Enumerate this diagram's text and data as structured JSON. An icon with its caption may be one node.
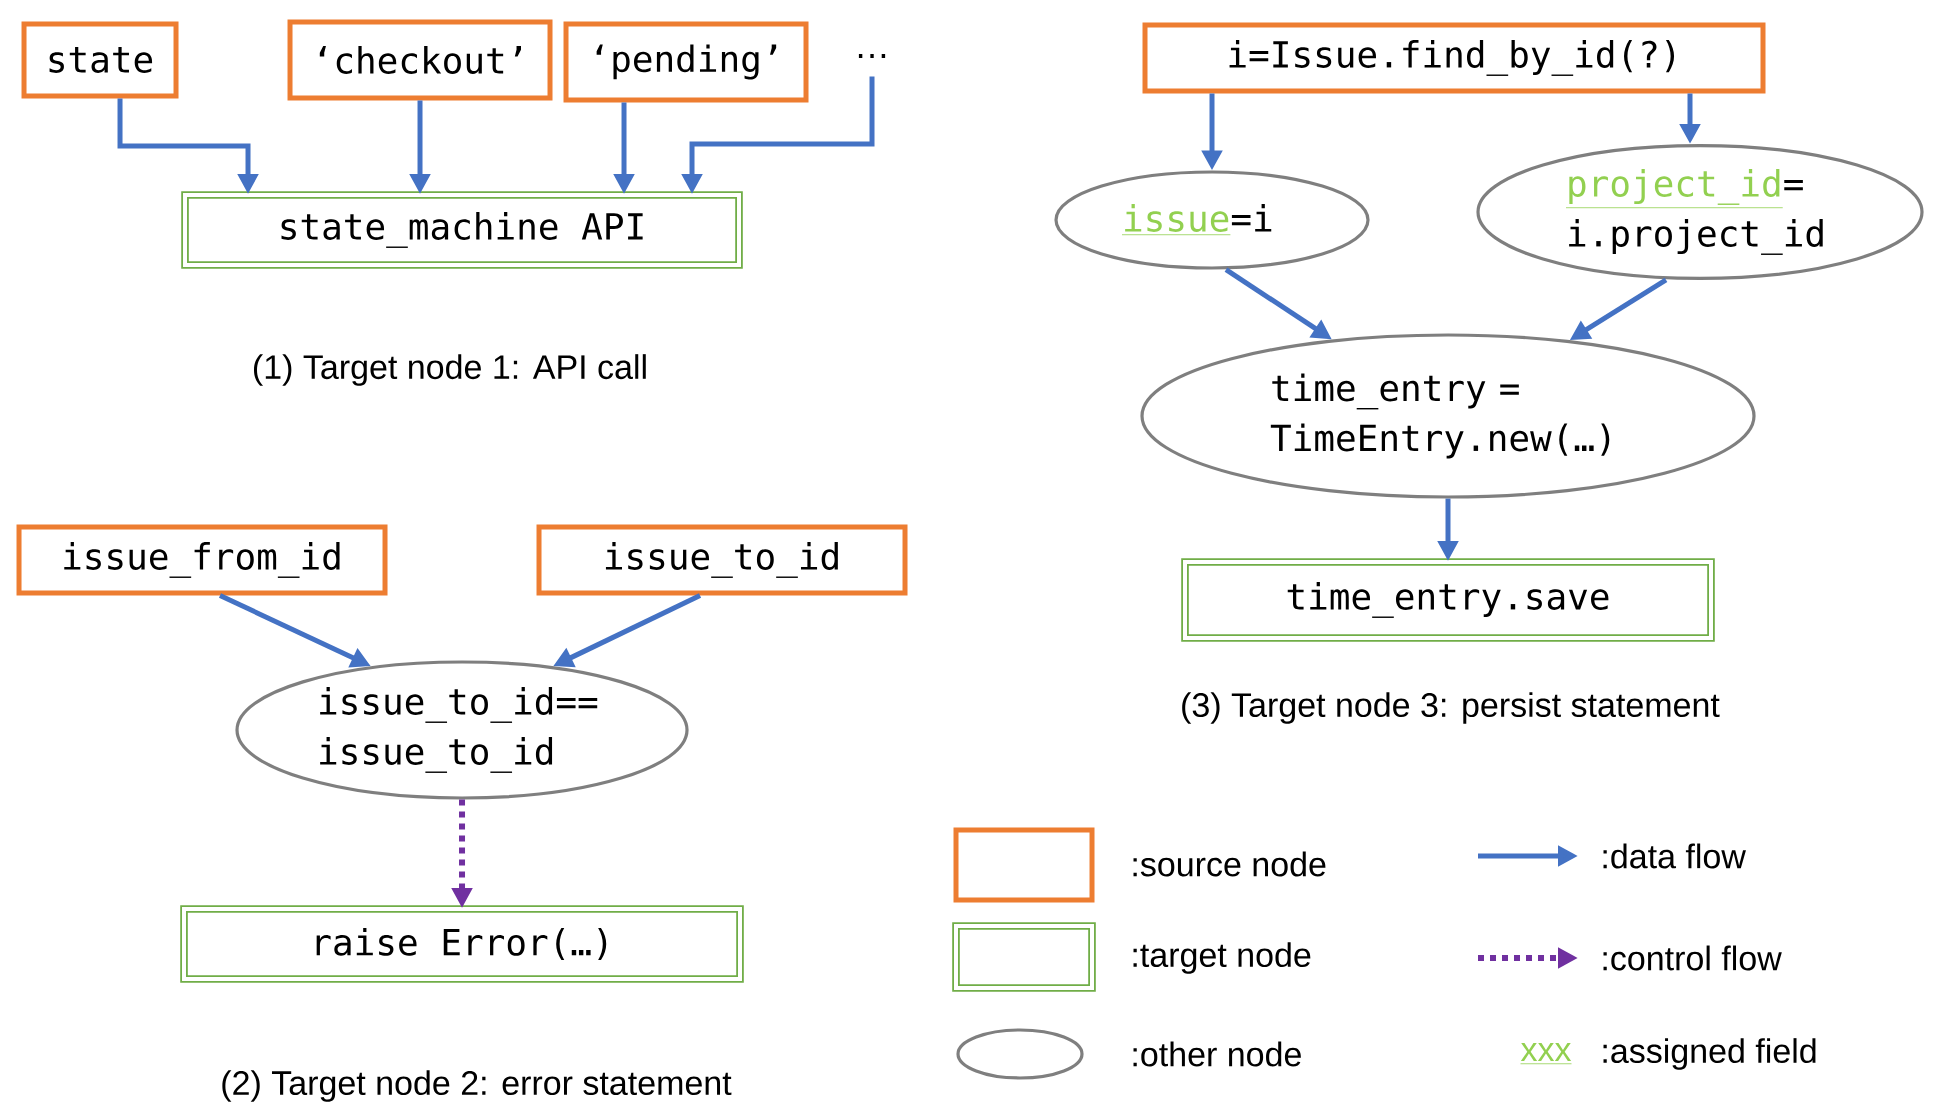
{
  "diagram": {
    "nodes": [
      {
        "text": [
          "state"
        ]
      },
      {
        "text": [
          "‘checkout’"
        ]
      },
      {
        "text": [
          "‘pending’"
        ]
      },
      {
        "text": [
          "…"
        ]
      },
      {
        "text": [
          "state_machine API"
        ]
      },
      {
        "text": [
          "issue_from_id"
        ]
      },
      {
        "text": [
          "issue_to_id"
        ]
      },
      {
        "text": [
          "issue_to_id== issue_to_id"
        ]
      },
      {
        "text": [
          "raise Error(…)"
        ]
      },
      {
        "text": [
          "i=Issue.find_by_id(?)"
        ]
      },
      {
        "text": [
          "issue",
          "=i"
        ]
      },
      {
        "text": [
          "project_id",
          "= i.project_id"
        ]
      },
      {
        "text": [
          "time_entry = TimeEntry.new(…)"
        ]
      },
      {
        "text": [
          "time_entry.save"
        ]
      }
    ],
    "edges": [
      {
        "from": 0,
        "to": 4,
        "arrow": "to"
      },
      {
        "from": 1,
        "to": 4,
        "arrow": "to"
      },
      {
        "from": 2,
        "to": 4,
        "arrow": "to"
      },
      {
        "from": 3,
        "to": 4,
        "arrow": "to"
      },
      {
        "from": 5,
        "to": 7,
        "arrow": "to"
      },
      {
        "from": 6,
        "to": 7,
        "arrow": "to"
      },
      {
        "from": 7,
        "to": 8,
        "arrow": "to",
        "style": "dashed",
        "color": "#7030a0"
      },
      {
        "from": 9,
        "to": 10,
        "arrow": "to"
      },
      {
        "from": 9,
        "to": 11,
        "arrow": "to"
      },
      {
        "from": 10,
        "to": 12,
        "arrow": "to"
      },
      {
        "from": 11,
        "to": 12,
        "arrow": "to"
      },
      {
        "from": 12,
        "to": 13,
        "arrow": "to"
      }
    ],
    "labels": [
      "(1) Target node 1: API call",
      "(2) Target node 2: error statement",
      "(3) Target node 3: persist statement",
      "xxx"
    ],
    "legend": [
      {
        "text": ":source node"
      },
      {
        "text": ":target node"
      },
      {
        "text": ":other node"
      },
      {
        "text": ":data flow"
      },
      {
        "text": ":control flow"
      },
      {
        "text": ":assigned field"
      }
    ]
  }
}
